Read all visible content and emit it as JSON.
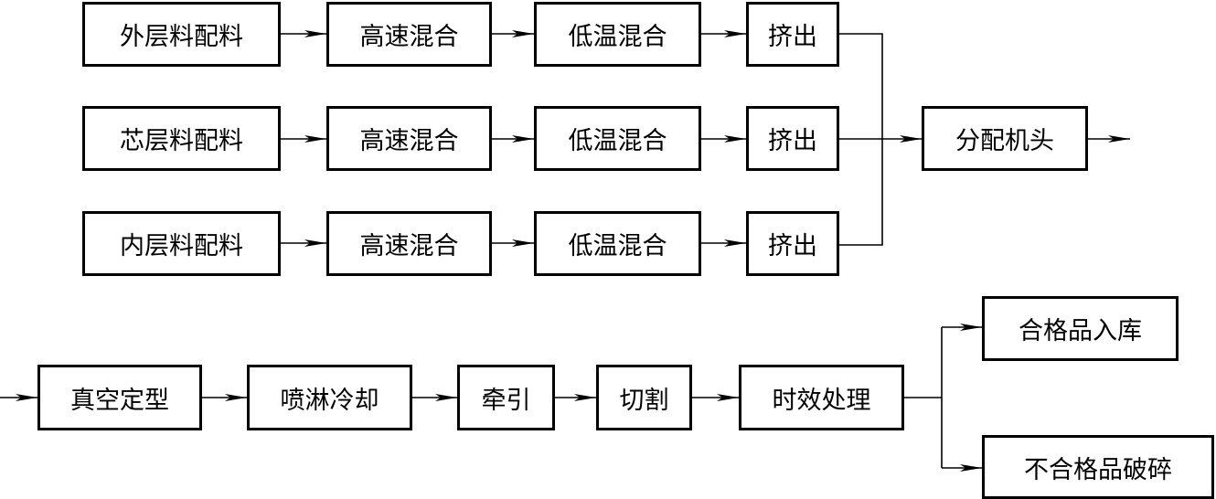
{
  "rows": [
    {
      "formulation": "外层料配料",
      "mix_high": "高速混合",
      "mix_low": "低温混合",
      "extrude": "挤出"
    },
    {
      "formulation": "芯层料配料",
      "mix_high": "高速混合",
      "mix_low": "低温混合",
      "extrude": "挤出"
    },
    {
      "formulation": "内层料配料",
      "mix_high": "高速混合",
      "mix_low": "低温混合",
      "extrude": "挤出"
    }
  ],
  "distribution_head": "分配机头",
  "downstream": [
    "真空定型",
    "喷淋冷却",
    "牵引",
    "切割",
    "时效处理"
  ],
  "outputs": {
    "pass": "合格品入库",
    "reject": "不合格品破碎"
  },
  "colors": {
    "line": "#000000",
    "box_border": "#000000",
    "background": "#ffffff"
  }
}
